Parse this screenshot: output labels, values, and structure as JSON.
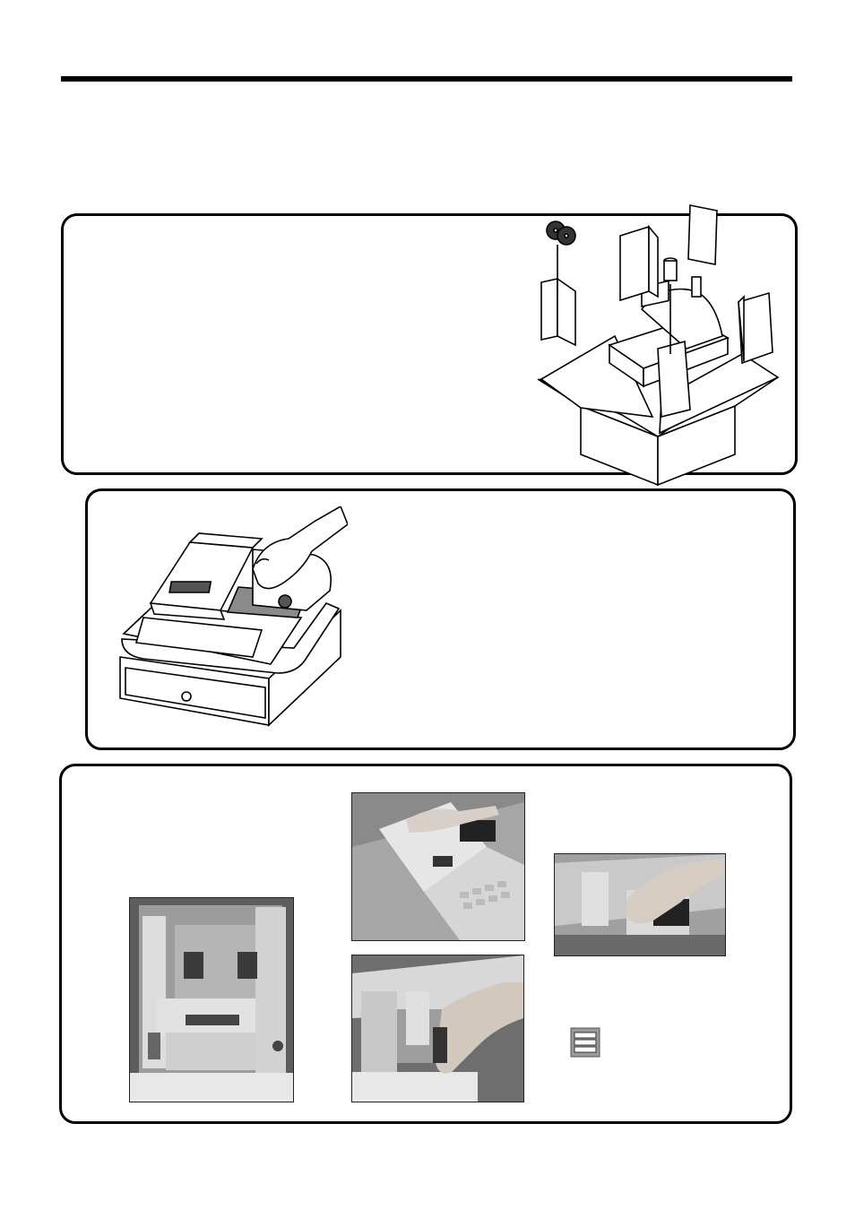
{
  "page": {},
  "sections": [
    {
      "id": "unpacking",
      "illustration": "register-packaging-exploded-view"
    },
    {
      "id": "remove-tape",
      "illustration": "register-printer-cover-hand"
    },
    {
      "id": "printer-inspection",
      "photos": [
        "printer-compartment-top-view",
        "removing-printer-cover",
        "printer-internals-closeup",
        "lifting-printer-block"
      ],
      "icon": "receipt-roll-key-icon"
    }
  ],
  "colors": {
    "ink": "#000000",
    "photo_bg": "#7a7a7a",
    "photo_light": "#d8d8d8"
  }
}
